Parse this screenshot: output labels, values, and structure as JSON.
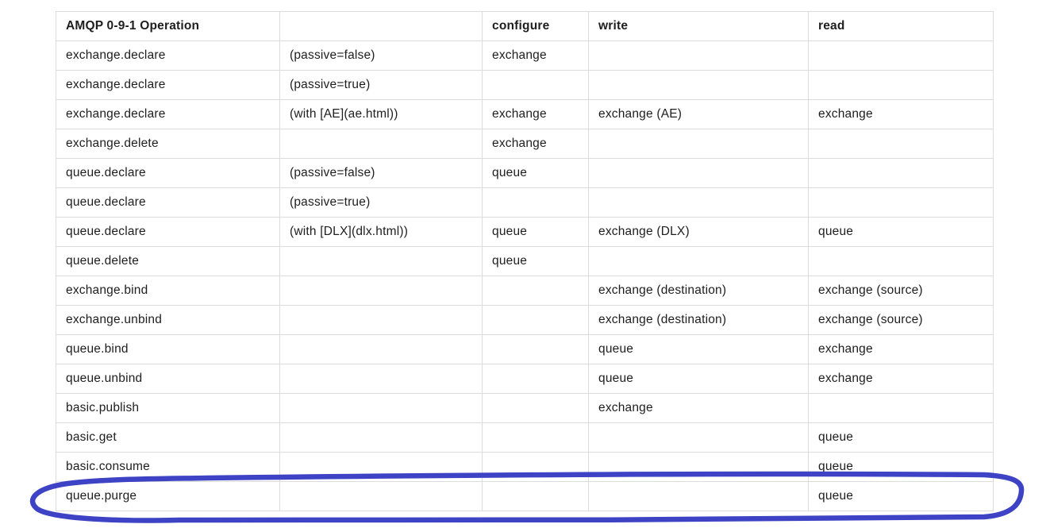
{
  "table": {
    "headers": [
      "AMQP 0-9-1 Operation",
      "",
      "configure",
      "write",
      "read"
    ],
    "rows": [
      [
        "exchange.declare",
        "(passive=false)",
        "exchange",
        "",
        ""
      ],
      [
        "exchange.declare",
        "(passive=true)",
        "",
        "",
        ""
      ],
      [
        "exchange.declare",
        "(with [AE](ae.html))",
        "exchange",
        "exchange (AE)",
        "exchange"
      ],
      [
        "exchange.delete",
        "",
        "exchange",
        "",
        ""
      ],
      [
        "queue.declare",
        "(passive=false)",
        "queue",
        "",
        ""
      ],
      [
        "queue.declare",
        "(passive=true)",
        "",
        "",
        ""
      ],
      [
        "queue.declare",
        "(with [DLX](dlx.html))",
        "queue",
        "exchange (DLX)",
        "queue"
      ],
      [
        "queue.delete",
        "",
        "queue",
        "",
        ""
      ],
      [
        "exchange.bind",
        "",
        "",
        "exchange (destination)",
        "exchange (source)"
      ],
      [
        "exchange.unbind",
        "",
        "",
        "exchange (destination)",
        "exchange (source)"
      ],
      [
        "queue.bind",
        "",
        "",
        "queue",
        "exchange"
      ],
      [
        "queue.unbind",
        "",
        "",
        "queue",
        "exchange"
      ],
      [
        "basic.publish",
        "",
        "",
        "exchange",
        ""
      ],
      [
        "basic.get",
        "",
        "",
        "",
        "queue"
      ],
      [
        "basic.consume",
        "",
        "",
        "",
        "queue"
      ],
      [
        "queue.purge",
        "",
        "",
        "",
        "queue"
      ]
    ]
  },
  "annotation": {
    "color": "#3d43c4",
    "stroke_width": "6.5"
  }
}
